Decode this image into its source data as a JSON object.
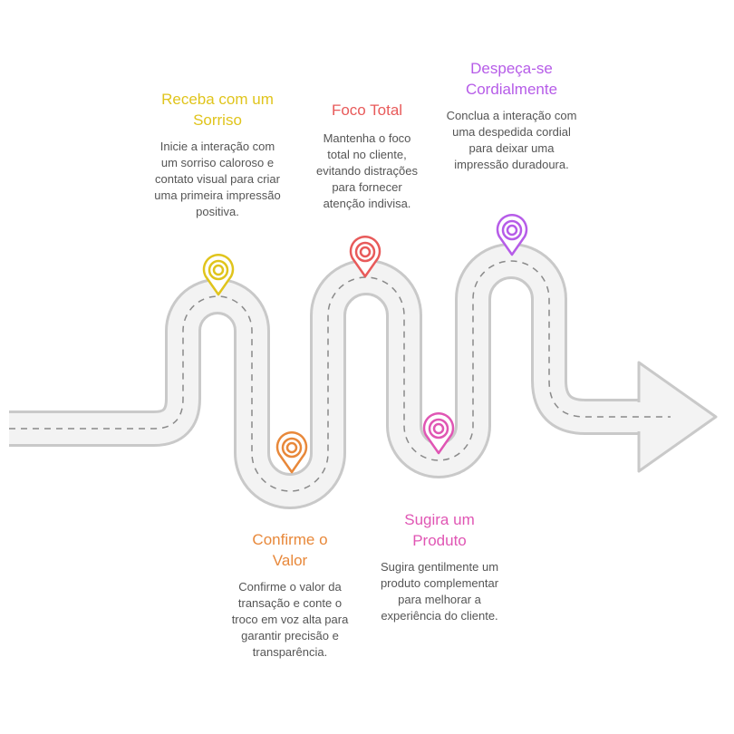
{
  "steps": [
    {
      "title": "Receba com um Sorriso",
      "desc": "Inicie a interação com um sorriso caloroso e contato visual para criar uma primeira impressão positiva.",
      "color": "#e0c41c"
    },
    {
      "title": "Confirme o Valor",
      "desc": "Confirme o valor da transação e conte o troco em voz alta para garantir precisão e transparência.",
      "color": "#e8883a"
    },
    {
      "title": "Foco Total",
      "desc": "Mantenha o foco total no cliente, evitando distrações para fornecer atenção indivisa.",
      "color": "#e85a5a"
    },
    {
      "title": "Sugira um Produto",
      "desc": "Sugira gentilmente um produto complementar para melhorar a experiência do cliente.",
      "color": "#e056b4"
    },
    {
      "title": "Despeça-se Cordialmente",
      "desc": "Conclua a interação com uma despedida cordial para deixar uma impressão duradoura.",
      "color": "#b65ce8"
    }
  ]
}
